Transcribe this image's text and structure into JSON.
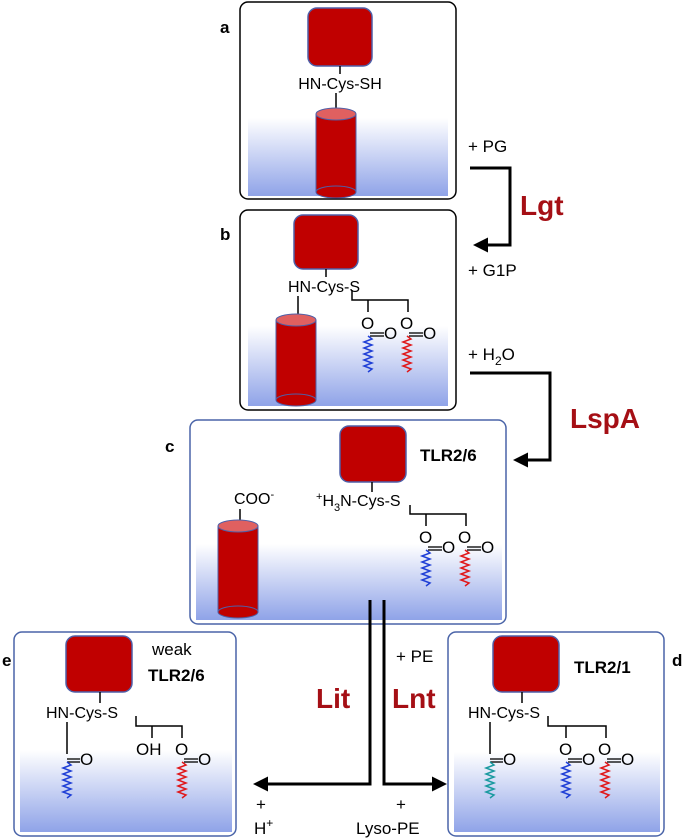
{
  "colors": {
    "protein": "#c00000",
    "protein_border": "#4e5fa8",
    "enzyme_text": "#a50f15",
    "membrane_top": "#ffffff",
    "membrane_bottom": "#8fa3e8",
    "chain_blue": "#1f3fd6",
    "chain_red": "#e0181b",
    "chain_teal": "#1a9aa0",
    "panel_border_blue": "#4a64a8"
  },
  "panels": {
    "a": {
      "letter": "a",
      "linkage": "HN-Cys-SH"
    },
    "b": {
      "letter": "b",
      "linkage": "HN-Cys-S",
      "ester_o": "O",
      "carbonyl_o": "O"
    },
    "c": {
      "letter": "c",
      "coo": "COO",
      "coo_charge": "-",
      "amine_sup": "+",
      "amine_h": "H",
      "amine_sub": "3",
      "amine_rest": "N-Cys-S",
      "receptor": "TLR2/6",
      "ester_o": "O",
      "carbonyl_o": "O"
    },
    "d": {
      "letter": "d",
      "linkage": "HN-Cys-S",
      "receptor": "TLR2/1",
      "ester_o": "O",
      "carbonyl_o": "O"
    },
    "e": {
      "letter": "e",
      "linkage": "HN-Cys-S",
      "qualifier": "weak",
      "receptor": "TLR2/6",
      "hydroxyl": "OH",
      "ester_o": "O",
      "carbonyl_o": "O"
    }
  },
  "steps": {
    "lgt": {
      "enzyme": "Lgt",
      "reagent_in": "+ PG",
      "product_out": "+ G1P"
    },
    "lspa": {
      "enzyme": "LspA",
      "reagent_prefix": "+ H",
      "reagent_sub": "2",
      "reagent_suffix": "O"
    },
    "lit": {
      "enzyme": "Lit",
      "plus": "+",
      "product_base": "H",
      "product_sup": "+"
    },
    "lnt": {
      "enzyme": "Lnt",
      "reagent_in": "+ PE",
      "plus": "+",
      "product_out": "Lyso-PE"
    }
  }
}
